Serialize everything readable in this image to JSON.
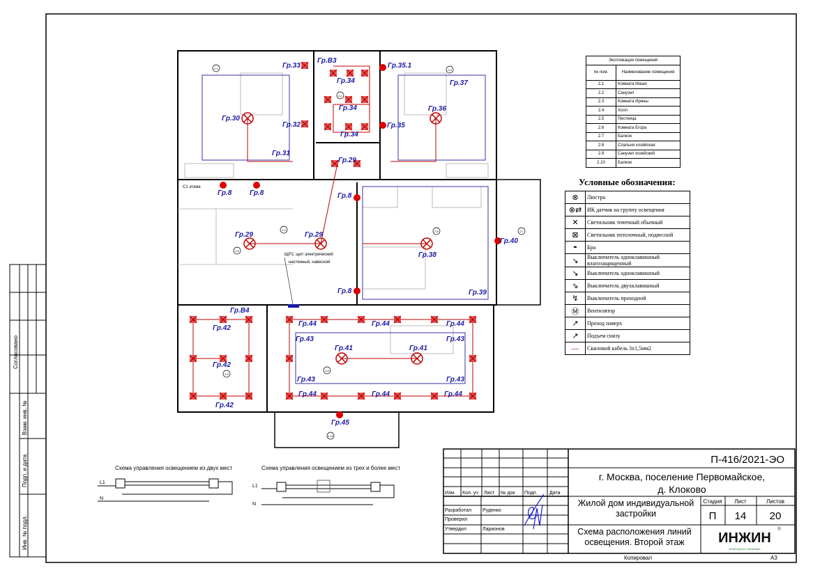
{
  "rooms_table": {
    "title": "Экспликация помещений",
    "col_num": "№ пом.",
    "col_name": "Наименование помещения",
    "rows": [
      [
        "2.1",
        "Комната Маши"
      ],
      [
        "2.2",
        "Санузел"
      ],
      [
        "2.3",
        "Комната Ирины"
      ],
      [
        "2.4",
        "Холл"
      ],
      [
        "2.5",
        "Лестница"
      ],
      [
        "2.6",
        "Комната Егора"
      ],
      [
        "2.7",
        "Балкон"
      ],
      [
        "2.8",
        "Спальня хозяйская"
      ],
      [
        "2.9",
        "Санузел хозяйский"
      ],
      [
        "2.10",
        "Балкон"
      ]
    ]
  },
  "legend": {
    "title": "Условные обозначения:",
    "items": [
      {
        "icon": "chandelier-icon",
        "glyph": "⊗",
        "label": "Люстра"
      },
      {
        "icon": "ir-sensor-icon",
        "glyph": "⊗⇄",
        "label": "ИК датчик на группу освещения"
      },
      {
        "icon": "spot-light-icon",
        "glyph": "✕",
        "label": "Светильник точечный обычный"
      },
      {
        "icon": "ceiling-light-icon",
        "glyph": "⊠",
        "label": "Светильник потолочный, подвесной"
      },
      {
        "icon": "sconce-icon",
        "glyph": "◓",
        "label": "Бра"
      },
      {
        "icon": "switch-waterproof-icon",
        "glyph": "↘",
        "label": "Выключатель одноклавишный влагозащищенный"
      },
      {
        "icon": "switch-single-icon",
        "glyph": "↘",
        "label": "Выключатель одноклавишный"
      },
      {
        "icon": "switch-double-icon",
        "glyph": "⇘",
        "label": "Выключатель двухклавишный"
      },
      {
        "icon": "switch-passthrough-icon",
        "glyph": "↯",
        "label": "Выключатель проходной"
      },
      {
        "icon": "fan-icon",
        "glyph": "Ⓜ",
        "label": "Вентилятор"
      },
      {
        "icon": "pass-up-icon",
        "glyph": "↗",
        "label": "Проход наверх"
      },
      {
        "icon": "rise-from-below-icon",
        "glyph": "↗",
        "label": "Подъем снизу"
      },
      {
        "icon": "cable-icon",
        "glyph": "—",
        "label": "Скиловой кабель 3х1,5мм2"
      }
    ]
  },
  "plan": {
    "labels": [
      "Гр.33",
      "Гр.В3",
      "Гр.34",
      "Гр.34",
      "Гр.34",
      "Гр.35.1",
      "Гр.37",
      "Гр.30",
      "Гр.32",
      "Гр.36",
      "Гр.35",
      "Гр.31",
      "Гр.29",
      "Гр.8",
      "Гр.8",
      "Гр.8",
      "Гр.29",
      "Гр.29",
      "Гр.38",
      "Гр.40",
      "Гр.8",
      "Гр.39",
      "Гр.В4",
      "Гр.42",
      "Гр.42",
      "Гр.42",
      "Гр.44",
      "Гр.44",
      "Гр.44",
      "Гр.44",
      "Гр.44",
      "Гр.44",
      "Гр.43",
      "Гр.43",
      "Гр.43",
      "Гр.43",
      "Гр.41",
      "Гр.41",
      "Гр.45"
    ],
    "room_numbers": [
      "2.1",
      "2.2",
      "2.3",
      "2.4",
      "2.5",
      "2.6",
      "2.7",
      "2.8",
      "2.9",
      "2.10"
    ],
    "panel_note_1": "ЩР2, щит электрический",
    "panel_note_2": "настенный, навесной",
    "stair_note": "С1 этажа"
  },
  "schemes": {
    "two": {
      "title": "Схема управления освещением из двух мест",
      "l": "L1",
      "n": "N"
    },
    "three": {
      "title": "Схема управления освещением из трех и более мест",
      "l": "L1",
      "n": "N"
    }
  },
  "side": {
    "agreed": "Согласовано",
    "inv": "Взам. инв. №",
    "sign": "Подп. и дата",
    "inv_orig": "Инв. № подл."
  },
  "title_block": {
    "code": "П-416/2021-ЭО",
    "address_1": "г. Москва, поселение Первомайское,",
    "address_2": "д. Клоково",
    "heads": [
      "Изм.",
      "Кол. уч",
      "Лист",
      "№ док",
      "Подп.",
      "Дата"
    ],
    "dev_role": "Разработал",
    "dev_name": "Руденко",
    "chk_role": "Проверил",
    "app_role": "Утвердил",
    "app_name": "Ларионов",
    "object": "Жилой дом индивидуальной застройки",
    "stage_h": "Стадия",
    "sheet_h": "Лист",
    "sheets_h": "Листов",
    "stage": "П",
    "sheet": "14",
    "sheets": "20",
    "drawing": "Схема расположения линий освещения. Второй этаж",
    "logo": "ИНЖИН",
    "logo_sub": "Инженерные инновации",
    "copied": "Копировал",
    "format": "А3"
  },
  "colors": {
    "wire": "#c00000",
    "label": "#1a1aa8",
    "accent": "#2e7d32"
  }
}
